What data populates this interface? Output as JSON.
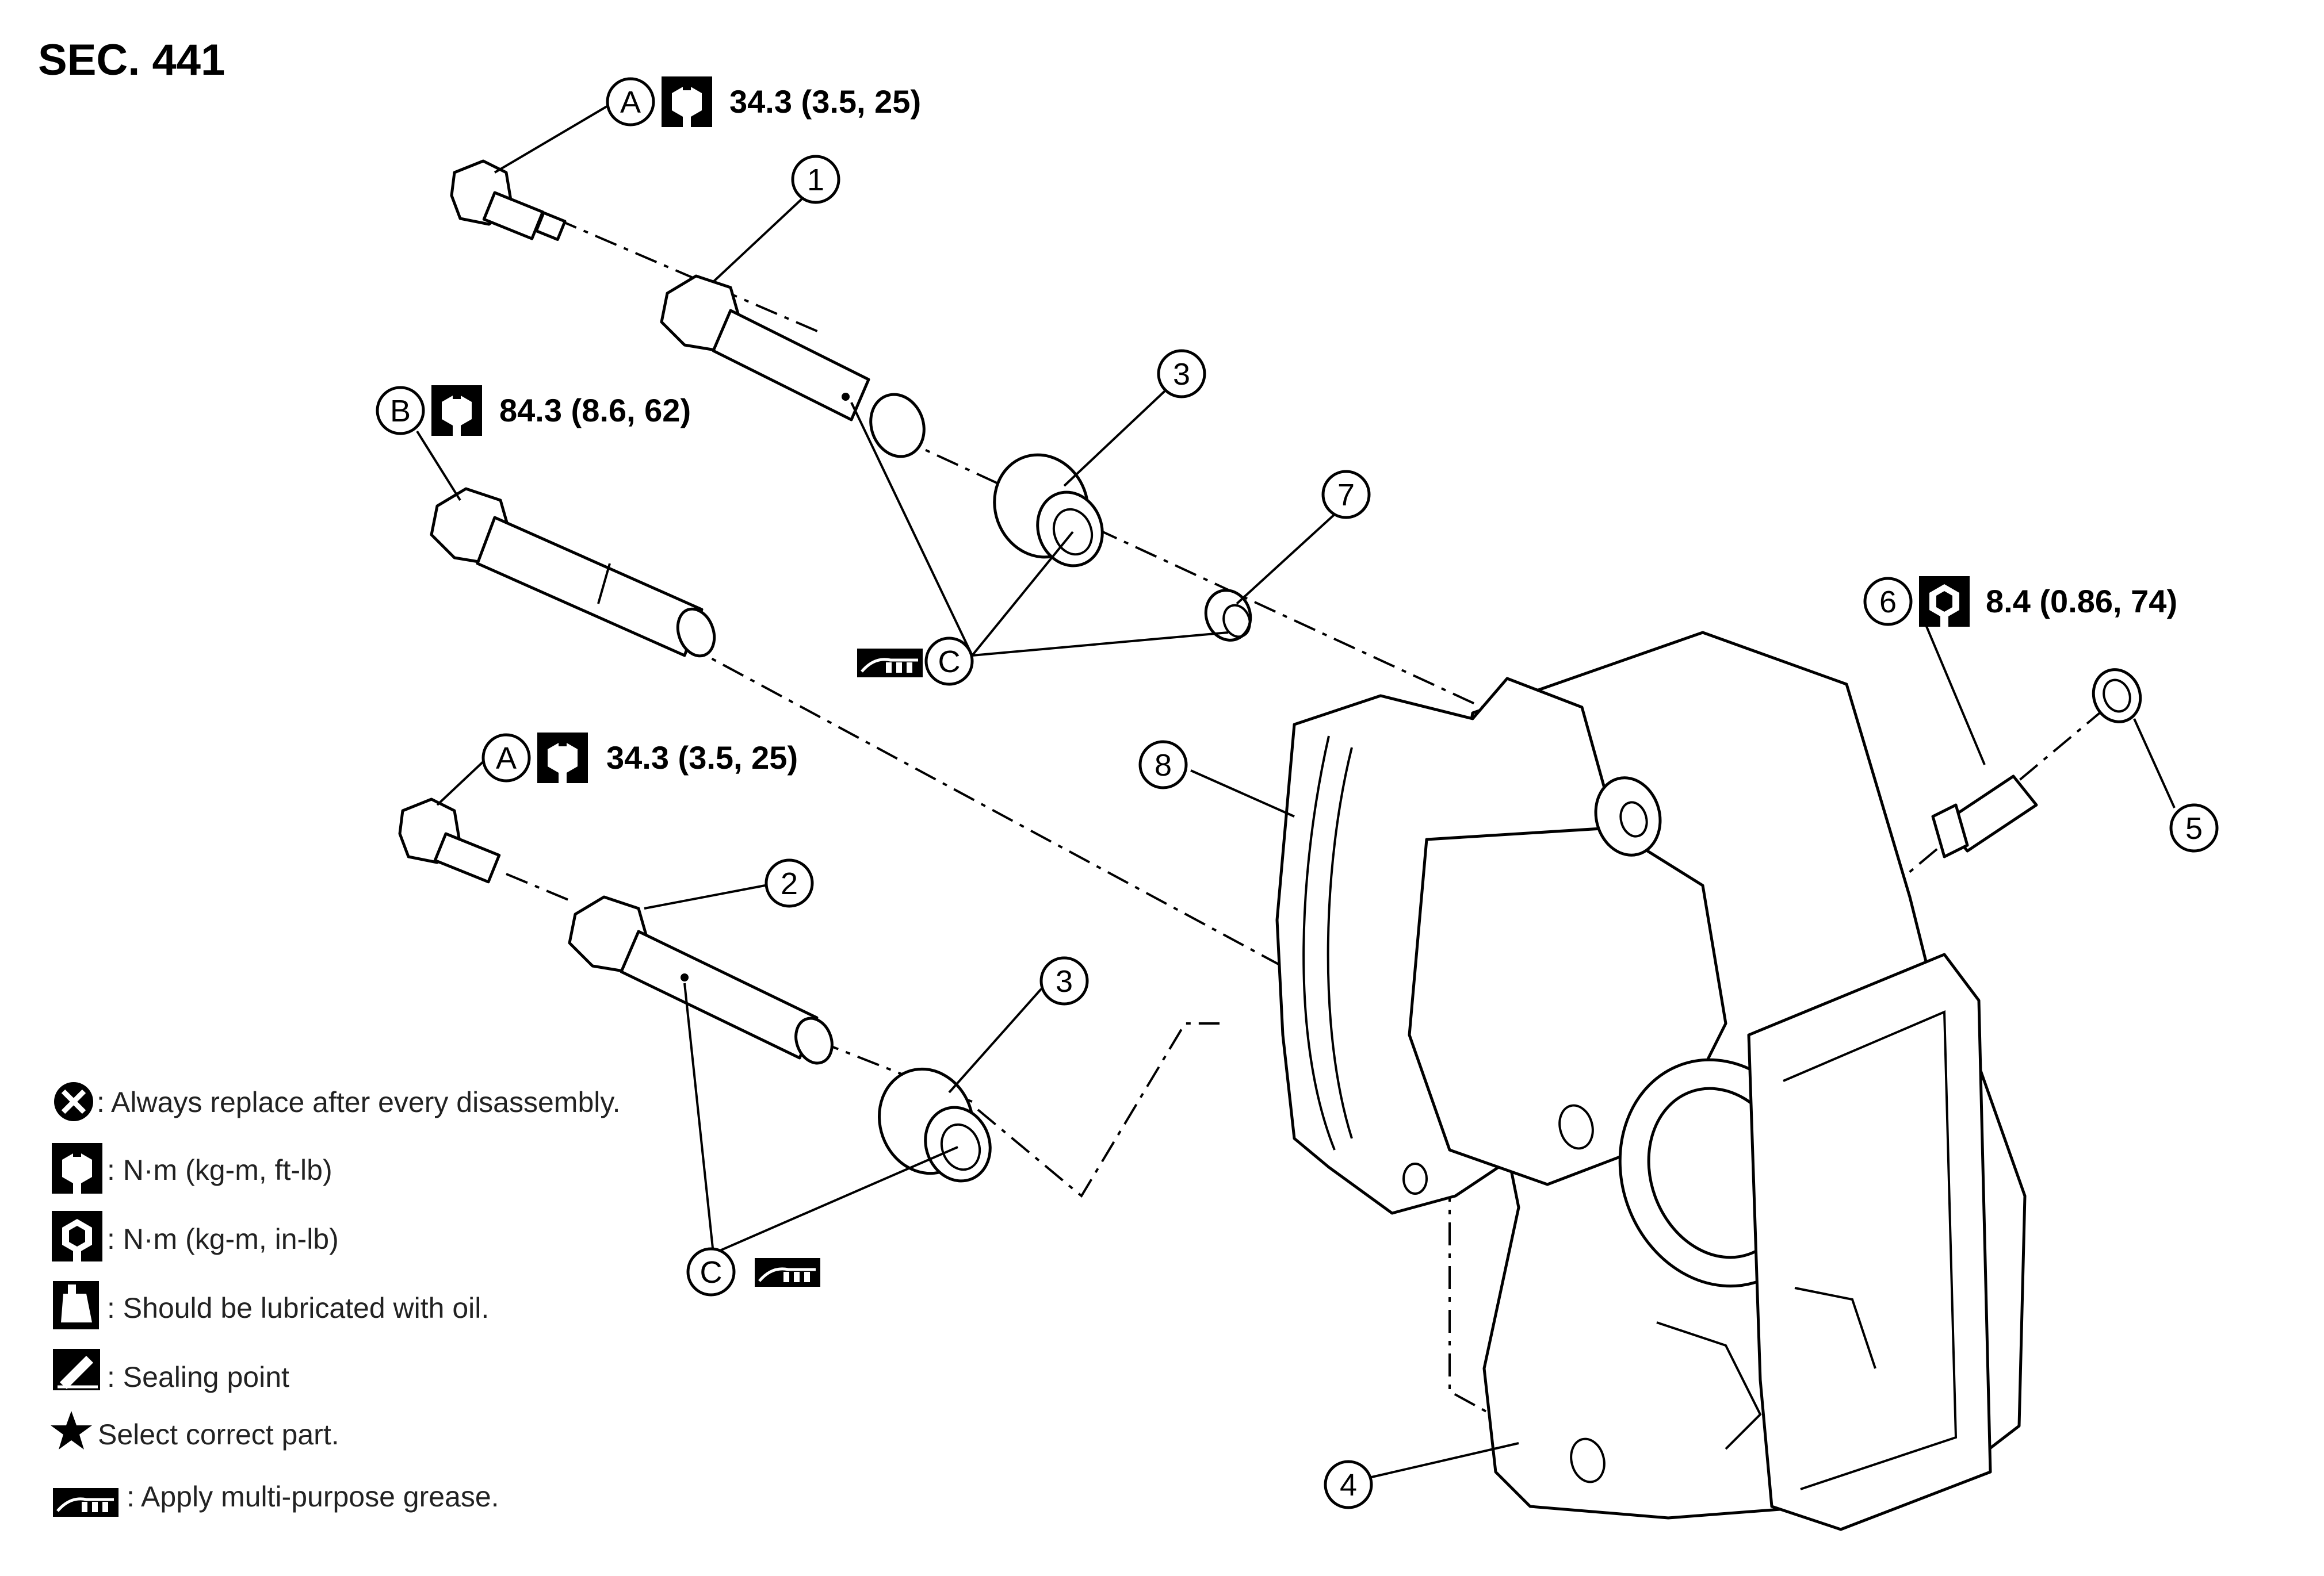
{
  "section_label": "SEC. 441",
  "callouts": {
    "c1": "1",
    "c2": "2",
    "c3a": "3",
    "c3b": "3",
    "c4": "4",
    "c5": "5",
    "c6": "6",
    "c7": "7",
    "c8": "8",
    "letter_a_top": "A",
    "letter_a_mid": "A",
    "letter_b": "B",
    "letter_c_top": "C",
    "letter_c_bottom": "C"
  },
  "torques": {
    "a_top": "34.3 (3.5, 25)",
    "b": "84.3 (8.6, 62)",
    "a_mid": "34.3 (3.5, 25)",
    "six": "8.4 (0.86, 74)"
  },
  "legend": {
    "replace": ": Always replace after every disassembly.",
    "nm_ftlb": ": N·m (kg-m, ft-lb)",
    "nm_inlb": ": N·m (kg-m, in-lb)",
    "oil": ": Should be lubricated with oil.",
    "sealing": ": Sealing point",
    "select": "Select correct part.",
    "grease": ": Apply multi-purpose grease."
  },
  "icons": {
    "torque": "torque-wrench-icon",
    "torque_small": "torque-wrench-filled-icon",
    "replace": "replace-x-icon",
    "oil": "oil-can-icon",
    "sealing": "sealing-pen-icon",
    "star": "star-icon",
    "grease": "grease-tube-icon"
  }
}
